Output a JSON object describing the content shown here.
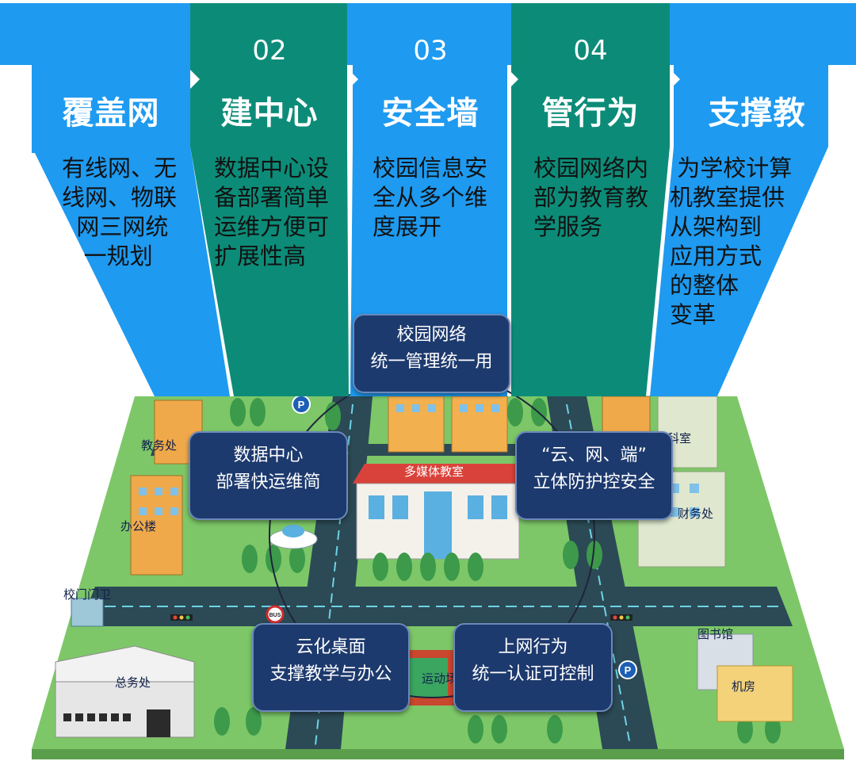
{
  "columns": [
    {
      "number": "",
      "title": "覆盖网",
      "description": "有线网、无\n线网、物联\n  网三网统\n   一规划"
    },
    {
      "number": "02",
      "title": "建中心",
      "description": "数据中心设\n备部署简单\n运维方便可\n扩展性高"
    },
    {
      "number": "03",
      "title": "安全墙",
      "description": "校园信息安\n全从多个维\n度展开"
    },
    {
      "number": "04",
      "title": "管行为",
      "description": "校园网络内\n部为教育教\n学服务"
    },
    {
      "number": "",
      "title": "支撑教",
      "description": " 为学校计算\n机教室提供\n从架构到\n应用方式\n的整体\n变革"
    }
  ],
  "badges": {
    "network": {
      "line1": "校园网络",
      "line2": "统一管理统一用"
    },
    "datacenter": {
      "line1": "数据中心",
      "line2": "部署快运维简"
    },
    "security": {
      "line1": "“云、网、端”",
      "line2": "立体防护控安全"
    },
    "desktop": {
      "line1": "云化桌面",
      "line2": "支撑教学与办公"
    },
    "behavior": {
      "line1": "上网行为",
      "line2": "统一认证可控制"
    }
  },
  "map_labels": {
    "academic_office": "教务处",
    "office_building": "办公楼",
    "school_gate": "校门门卫",
    "general_affairs": "总务处",
    "multimedia_classroom": "多媒体教室",
    "sports_field": "运动场",
    "science_room": "科室",
    "finance_office": "财务处",
    "library": "图书馆",
    "computer_room": "机房",
    "parking_sign": "P",
    "bus_sign": "BUS"
  },
  "colors": {
    "blue": "#1e9af0",
    "teal": "#0c8c78",
    "navy_badge": "#1d3a6e",
    "grass": "#7dc768",
    "road": "#2b4a55"
  }
}
